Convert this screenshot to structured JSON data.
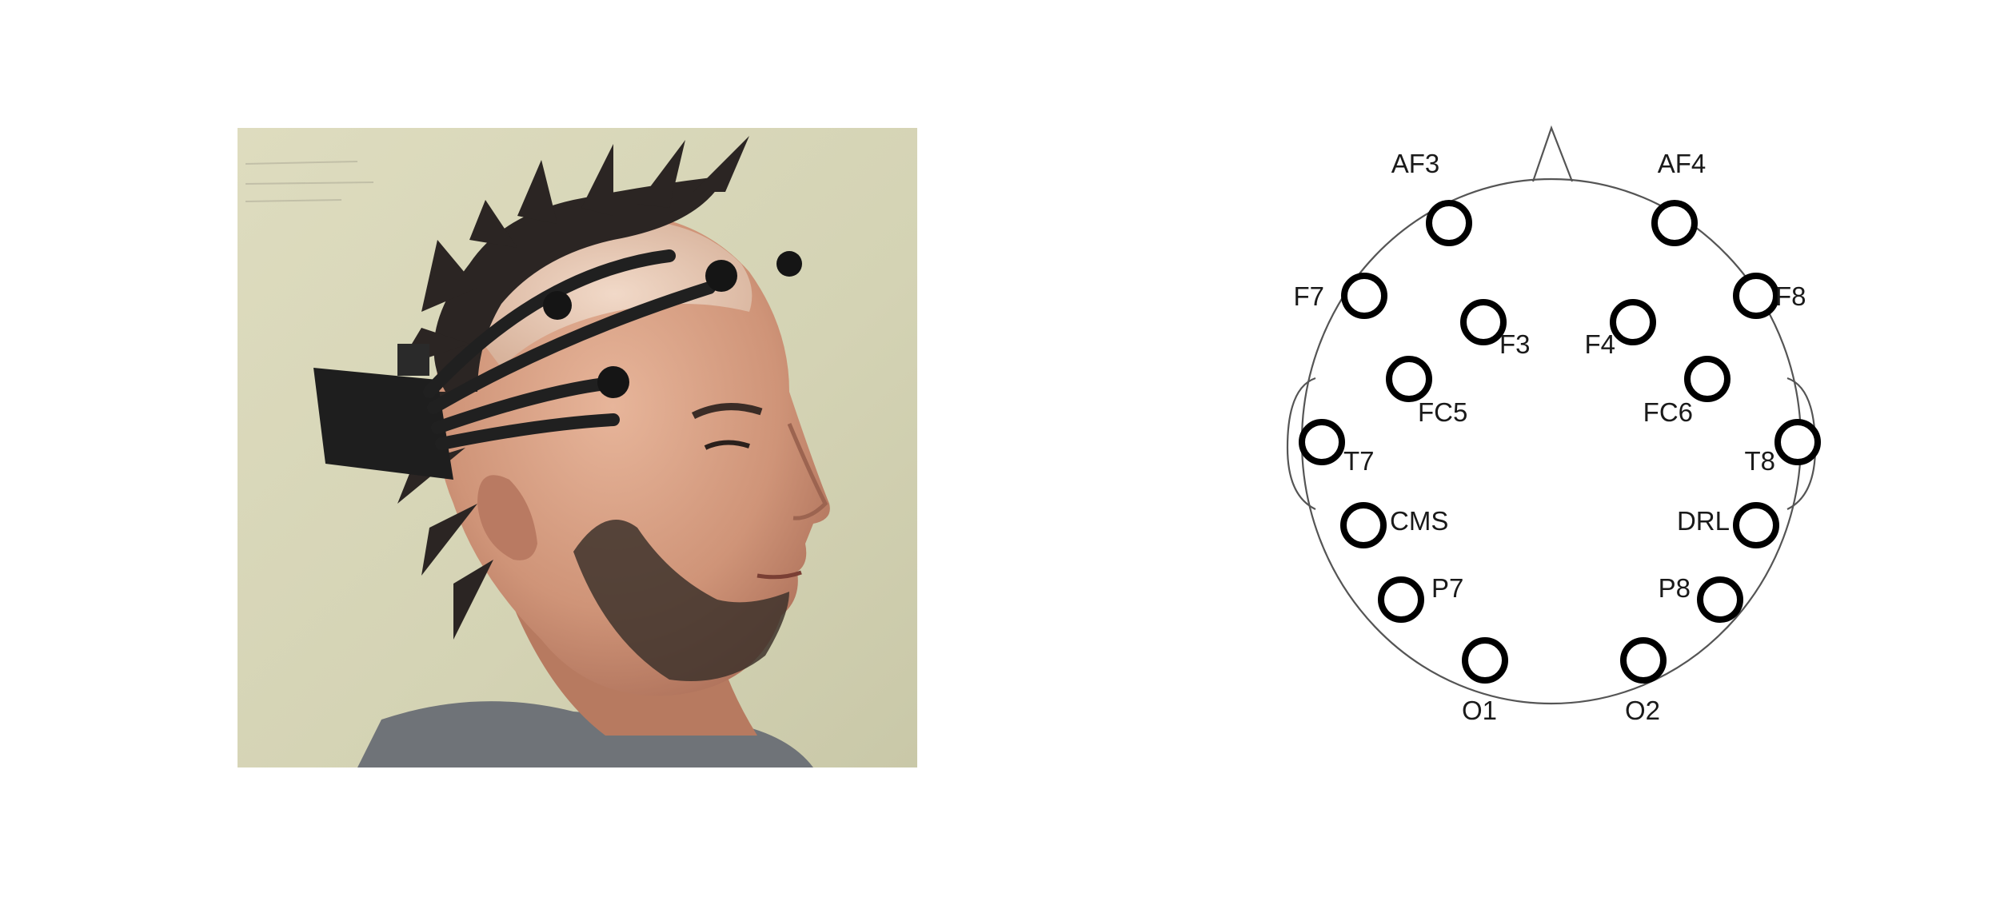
{
  "photo": {
    "icon": "person-wearing-eeg-headset"
  },
  "montage": {
    "electrodes": [
      {
        "id": "af3",
        "label": "AF3"
      },
      {
        "id": "af4",
        "label": "AF4"
      },
      {
        "id": "f7",
        "label": "F7"
      },
      {
        "id": "f8",
        "label": "F8"
      },
      {
        "id": "f3",
        "label": "F3"
      },
      {
        "id": "f4",
        "label": "F4"
      },
      {
        "id": "fc5",
        "label": "FC5"
      },
      {
        "id": "fc6",
        "label": "FC6"
      },
      {
        "id": "t7",
        "label": "T7"
      },
      {
        "id": "t8",
        "label": "T8"
      },
      {
        "id": "cms",
        "label": "CMS"
      },
      {
        "id": "drl",
        "label": "DRL"
      },
      {
        "id": "p7",
        "label": "P7"
      },
      {
        "id": "p8",
        "label": "P8"
      },
      {
        "id": "o1",
        "label": "O1"
      },
      {
        "id": "o2",
        "label": "O2"
      }
    ],
    "colors": {
      "outline": "#555555",
      "electrode": "#000000",
      "label": "#1a1a1a"
    }
  }
}
